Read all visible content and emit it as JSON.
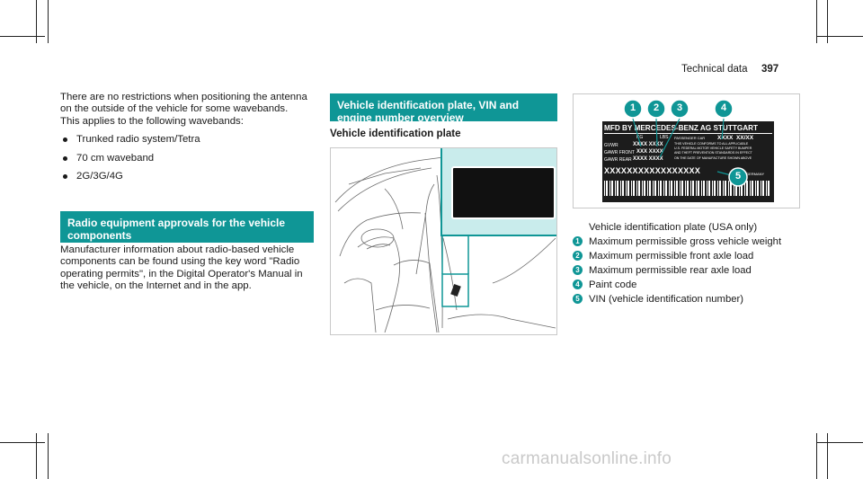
{
  "header": {
    "section": "Technical data",
    "page": "397"
  },
  "left": {
    "para1": "There are no restrictions when positioning the antenna on the outside of the vehicle for some wavebands.",
    "para2": "This applies to the following wavebands:",
    "bullets": [
      "Trunked radio system/Tetra",
      "70 cm waveband",
      "2G/3G/4G"
    ],
    "heading": "Radio equipment approvals for the vehicle components",
    "para3": "Manufacturer information about radio-based vehicle components can be found using the key word \"Radio operating permits\", in the Digital Operator's Manual in the vehicle, on the Internet and in the app."
  },
  "middle": {
    "heading": "Vehicle identification plate, VIN and engine number overview",
    "subheading": "Vehicle identification plate"
  },
  "plate": {
    "maker": "MFD BY MERCEDES-BENZ AG STUTTGART",
    "kg": "KG",
    "lbs": "LBS",
    "passenger": "PASSENGER CAR",
    "date": "XXXX  XX/XX",
    "gvwr": "GVWR",
    "gawr_front": "GAWR FRONT",
    "gawr_rear": "GAWR REAR",
    "gvwr_val": "XXXX XXXX",
    "front_val": "XXX XXXX",
    "rear_val": "XXXX XXXX",
    "conform1": "THIS VEHICLE CONFORMS TO ALL APPLICABLE",
    "conform2": "U.S. FEDERAL MOTOR VEHICLE SAFETY BUMPER",
    "conform3": "AND THEFT PREVENTION STANDARDS IN EFFECT",
    "conform4": "ON THE DATE OF MANUFACTURE SHOWN ABOVE",
    "vin": "XXXXXXXXXXXXXXXXX",
    "germany": "GERMANY",
    "callouts": [
      "1",
      "2",
      "3",
      "4",
      "5"
    ]
  },
  "legend": {
    "caption": "Vehicle identification plate (USA only)",
    "items": [
      {
        "num": "1",
        "text": "Maximum permissible gross vehicle weight"
      },
      {
        "num": "2",
        "text": "Maximum permissible front axle load"
      },
      {
        "num": "3",
        "text": "Maximum permissible rear axle load"
      },
      {
        "num": "4",
        "text": "Paint code"
      },
      {
        "num": "5",
        "text": "VIN (vehicle identification number)"
      }
    ]
  },
  "watermark": "carmanualsonline.info",
  "colors": {
    "accent": "#0f9696",
    "highlight": "#c9ecec"
  }
}
